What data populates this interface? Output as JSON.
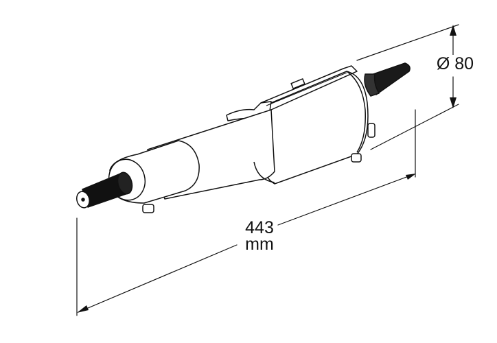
{
  "diagram": {
    "subject": "pneumatic straight die grinder technical drawing",
    "dimensions": {
      "diameter": {
        "label": "Ø 80",
        "value": 80,
        "symbol": "Ø"
      },
      "length": {
        "value": "443",
        "unit": "mm"
      }
    },
    "colors": {
      "line": "#111111",
      "background": "#ffffff"
    }
  }
}
